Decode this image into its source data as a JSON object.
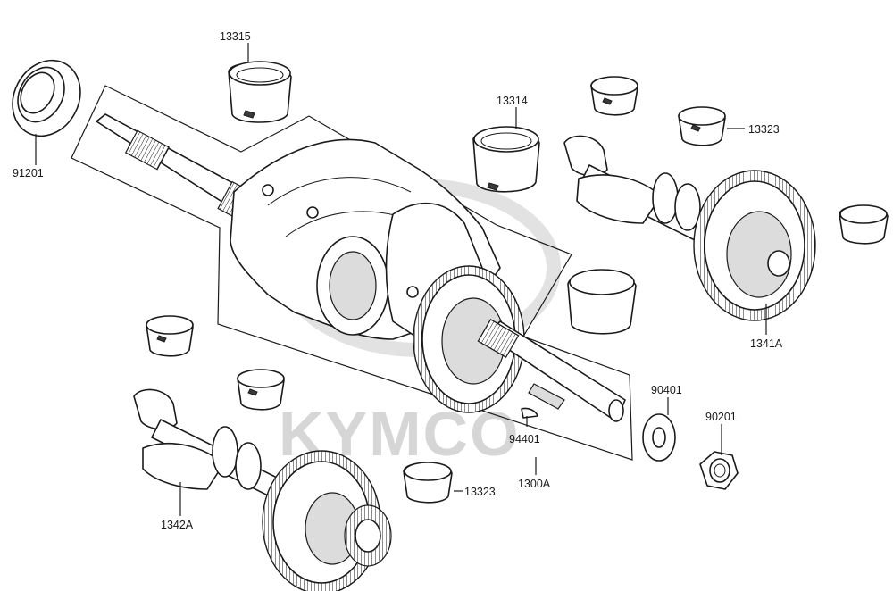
{
  "watermark": "KYMCO",
  "callouts": [
    {
      "id": "91201",
      "text": "91201"
    },
    {
      "id": "13315",
      "text": "13315"
    },
    {
      "id": "13314",
      "text": "13314"
    },
    {
      "id": "13323a",
      "text": "13323"
    },
    {
      "id": "1341A",
      "text": "1341A"
    },
    {
      "id": "90401",
      "text": "90401"
    },
    {
      "id": "90201",
      "text": "90201"
    },
    {
      "id": "94401",
      "text": "94401"
    },
    {
      "id": "1300A",
      "text": "1300A"
    },
    {
      "id": "13323b",
      "text": "13323"
    },
    {
      "id": "1342A",
      "text": "1342A"
    }
  ]
}
